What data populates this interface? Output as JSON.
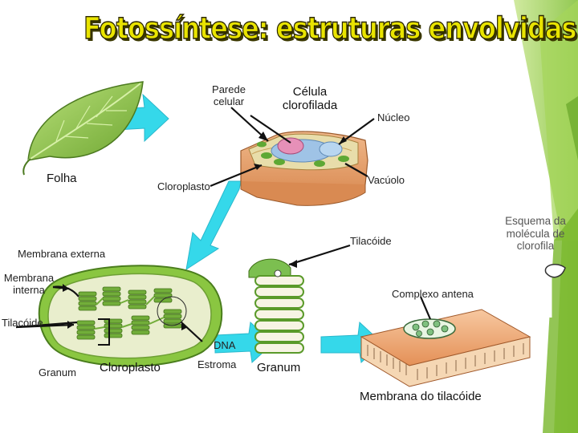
{
  "title": "Fotossíntese: estruturas envolvidas",
  "labels": {
    "parede_celular": "Parede celular",
    "celula_clorofilada": "Célula clorofilada",
    "nucleo": "Núcleo",
    "folha": "Folha",
    "cloroplasto_top": "Cloroplasto",
    "vacuolo": "Vacúolo",
    "esquema_clorofila": "Esquema da molécula de clorofila",
    "tilacoide_top": "Tilacóide",
    "membrana_externa": "Membrana externa",
    "membrana_interna": "Membrana interna",
    "complexo_antena": "Complexo antena",
    "tilacoide_left": "Tilacóide",
    "dna": "DNA",
    "granum_left": "Granum",
    "cloroplasto_bottom": "Cloroplasto",
    "estroma": "Estroma",
    "granum_center": "Granum",
    "membrana_tilacoide": "Membrana do tilacóide"
  },
  "colors": {
    "title_fill": "#e9e400",
    "arrow": "#35d8ea",
    "leaf": "#8fc84a",
    "chloroplast_fill": "#8ac641",
    "stroma": "#e9eecd",
    "granum": "#72ad3a",
    "membrane_head": "#e9a36c",
    "accent_right": "#8cc63f"
  },
  "icons": [
    "leaf-icon",
    "plant-cell-icon",
    "chloroplast-icon",
    "granum-icon",
    "membrane-icon",
    "chlorophyll-molecule-icon"
  ]
}
